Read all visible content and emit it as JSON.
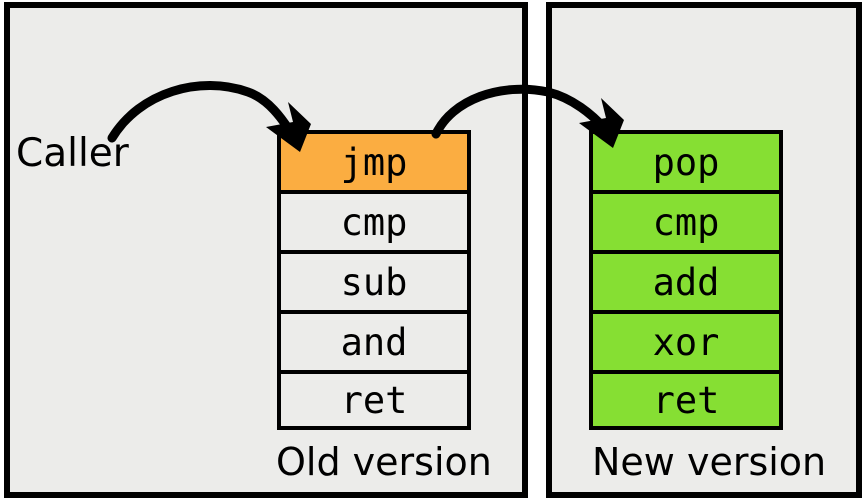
{
  "figure": {
    "caller_label": "Caller",
    "background_color": "#ececea",
    "border_color": "#000000",
    "page_background": "#ffffff"
  },
  "panels": [
    {
      "id": "old",
      "caption": "Old version",
      "instructions": [
        {
          "text": "jmp",
          "fill": "#fbad41",
          "highlighted": true
        },
        {
          "text": "cmp",
          "fill": "#ececea",
          "highlighted": false
        },
        {
          "text": "sub",
          "fill": "#ececea",
          "highlighted": false
        },
        {
          "text": "and",
          "fill": "#ececea",
          "highlighted": false
        },
        {
          "text": "ret",
          "fill": "#ececea",
          "highlighted": false
        }
      ]
    },
    {
      "id": "new",
      "caption": "New version",
      "instructions": [
        {
          "text": "pop",
          "fill": "#86df33",
          "highlighted": true
        },
        {
          "text": "cmp",
          "fill": "#86df33",
          "highlighted": true
        },
        {
          "text": "add",
          "fill": "#86df33",
          "highlighted": true
        },
        {
          "text": "xor",
          "fill": "#86df33",
          "highlighted": true
        },
        {
          "text": "ret",
          "fill": "#86df33",
          "highlighted": true
        }
      ]
    }
  ],
  "arrows": [
    {
      "name": "caller-to-jmp",
      "from": "Caller",
      "to": "jmp",
      "color": "#000000"
    },
    {
      "name": "jmp-to-pop",
      "from": "jmp",
      "to": "pop",
      "color": "#000000"
    }
  ]
}
